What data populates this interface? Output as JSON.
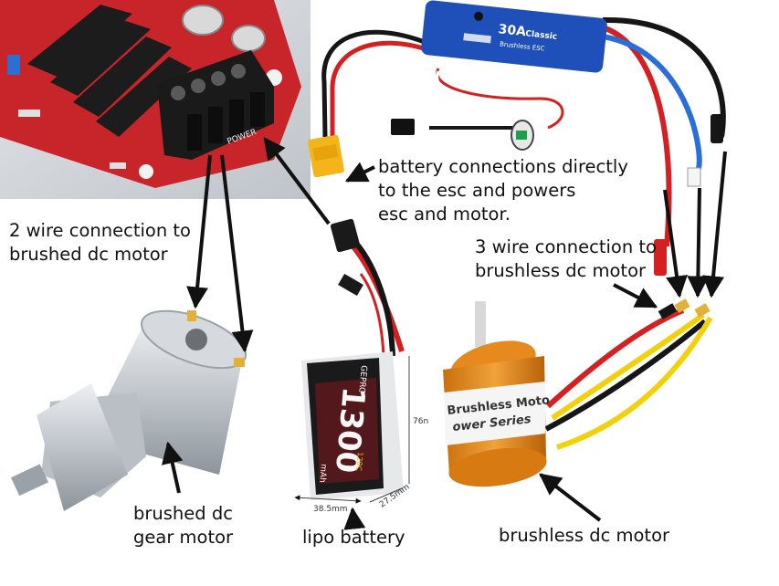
{
  "colors": {
    "pcb": "#c8252b",
    "heatsink": "#1c1c1c",
    "esc_body": "#1f4fb8",
    "wire_red": "#d42020",
    "wire_black": "#161616",
    "wire_blue": "#2a6fd8",
    "wire_yellow": "#f2d10a",
    "motor_orange": "#e68a1e",
    "gear_motor_silver": "#c9cdd2",
    "battery_black": "#1a1a1a",
    "xt60_yellow": "#f3b51a",
    "arrow": "#111111"
  },
  "icons": [
    "motor-driver-board-image",
    "esc-image",
    "lipo-battery-image",
    "brushed-gear-motor-image",
    "brushless-motor-image"
  ],
  "labels": {
    "battery_connection": [
      "battery connections directly",
      "to the esc and powers",
      "esc and motor."
    ],
    "brushed_connection": [
      "2 wire connection to",
      "brushed dc motor"
    ],
    "brushless_connection": [
      "3 wire connection to",
      "brushless dc motor"
    ],
    "brushed_gear_motor": [
      "brushed dc",
      "gear motor"
    ],
    "lipo_battery": "lipo battery",
    "brushless_motor": "brushless dc motor"
  },
  "product_text": {
    "esc_rating": "30A",
    "esc_series": "Classic",
    "esc_type": "Brushless ESC",
    "battery_brand": "GEPRC",
    "battery_capacity": "1300",
    "battery_unit": "mAh",
    "battery_c_rating": "120C",
    "battery_dim_width": "38.5mm",
    "battery_dim_depth": "27.5mm",
    "battery_dim_height": "76n",
    "motor_brand_line1": "Brushless Moto",
    "motor_brand_line2": "ower Series",
    "board_silk": "POWER"
  }
}
